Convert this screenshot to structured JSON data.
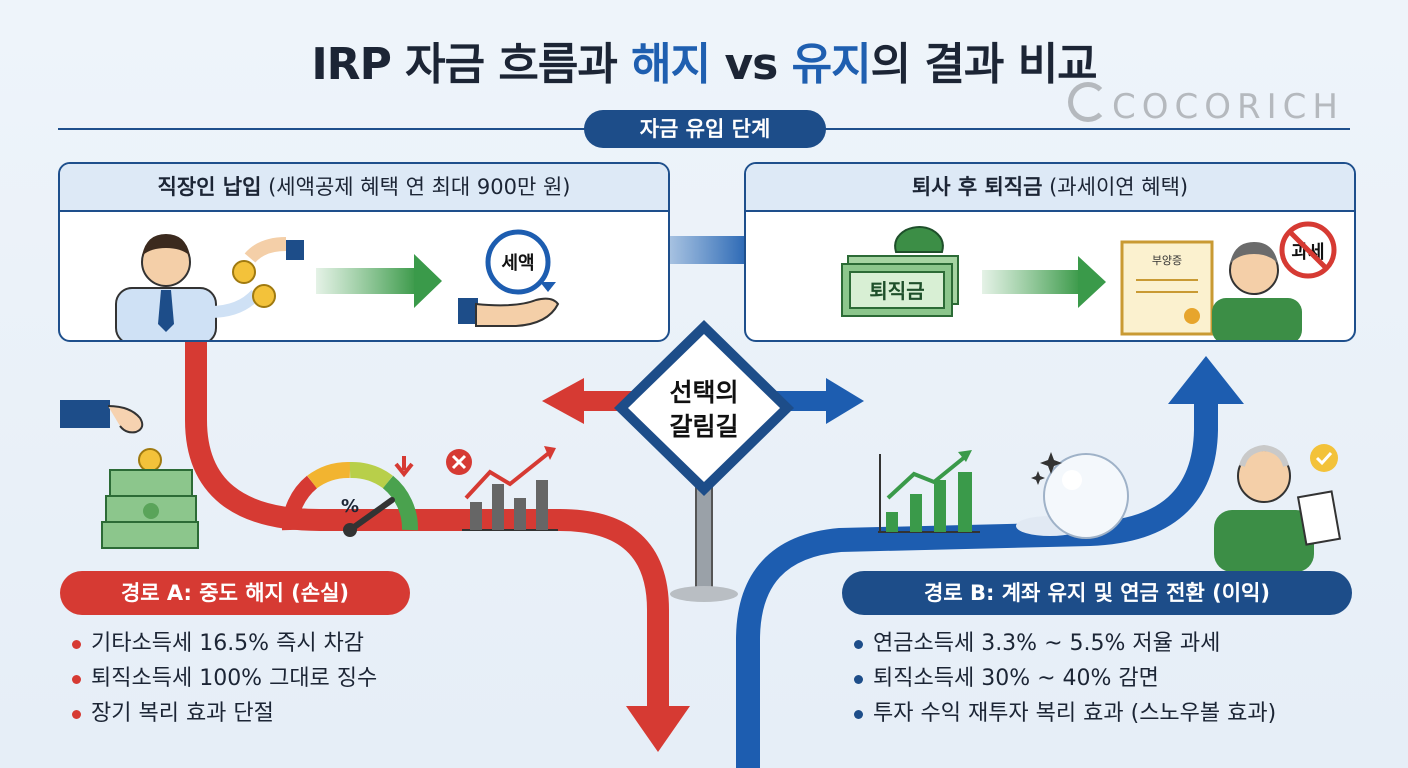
{
  "title": {
    "part1": "IRP 자금 흐름과 ",
    "part2": "해지",
    "part3": " vs ",
    "part4": "유지",
    "part5": "의 결과 비교"
  },
  "logo": {
    "text": "COCORICH"
  },
  "stage_label": "자금 유입 단계",
  "card_left": {
    "title_bold": "직장인 납입",
    "title_rest": " (세액공제 혜택 연 최대 900만 원)",
    "icon_label": "세액"
  },
  "card_right": {
    "title_bold": "퇴사 후 퇴직금",
    "title_rest": " (과세이연 혜택)",
    "bill_label": "퇴직금",
    "certificate_label": "부양증",
    "no_tax_label": "과세"
  },
  "signpost": {
    "line1": "선택의",
    "line2": "갈림길"
  },
  "gauge_label": "%",
  "path_a": {
    "label": "경로 A: 중도 해지 (손실)",
    "bullets": [
      "기타소득세 16.5% 즉시 차감",
      "퇴직소득세 100% 그대로 징수",
      "장기 복리 효과 단절"
    ]
  },
  "path_b": {
    "label": "경로 B: 계좌 유지 및 연금 전환 (이익)",
    "bullets": [
      "연금소득세 3.3% ~ 5.5% 저율 과세",
      "퇴직소득세 30% ~ 40% 감면",
      "투자 수익 재투자 복리 효과 (스노우볼 효과)"
    ]
  },
  "colors": {
    "red": "#d63a33",
    "navy": "#1d4d89",
    "green": "#3a9a4a",
    "background": "#eaf1f8"
  }
}
